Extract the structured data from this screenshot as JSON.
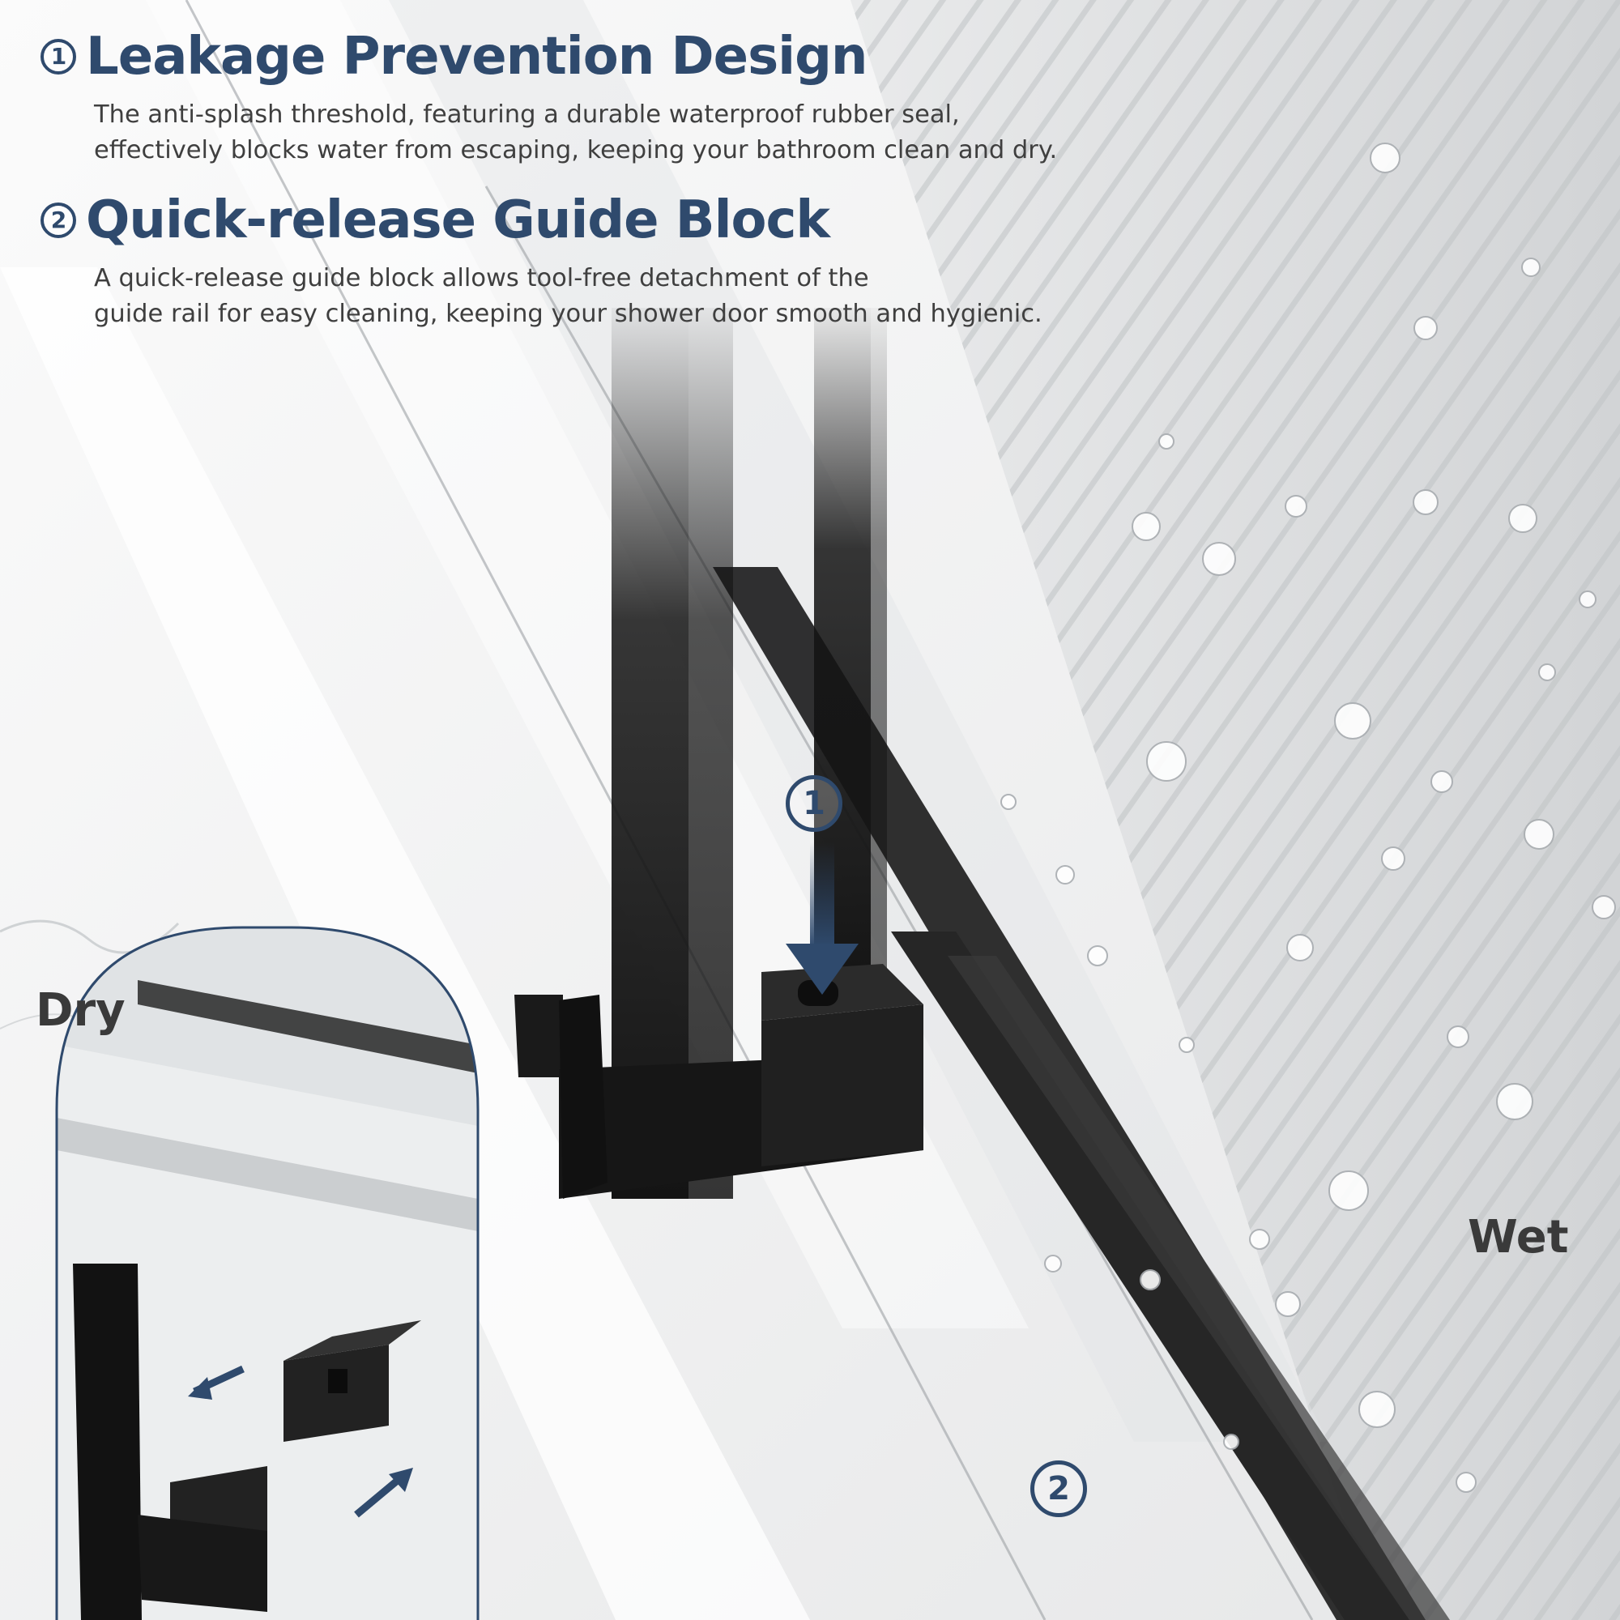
{
  "features": [
    {
      "number": "1",
      "title": "Leakage Prevention Design",
      "desc_line1": "The anti-splash threshold, featuring a durable waterproof rubber seal,",
      "desc_line2": "effectively blocks water from escaping, keeping your bathroom clean and dry."
    },
    {
      "number": "2",
      "title": "Quick-release Guide Block",
      "desc_line1": "A quick-release guide block allows tool-free detachment of the",
      "desc_line2": "guide rail for easy cleaning, keeping your shower door smooth and hygienic."
    }
  ],
  "labels": {
    "dry": "Dry",
    "wet": "Wet"
  },
  "callouts": {
    "one": "1",
    "two": "2"
  },
  "colors": {
    "accent": "#2f4a6d",
    "text": "#3f3f3f",
    "hardware": "#141414"
  }
}
